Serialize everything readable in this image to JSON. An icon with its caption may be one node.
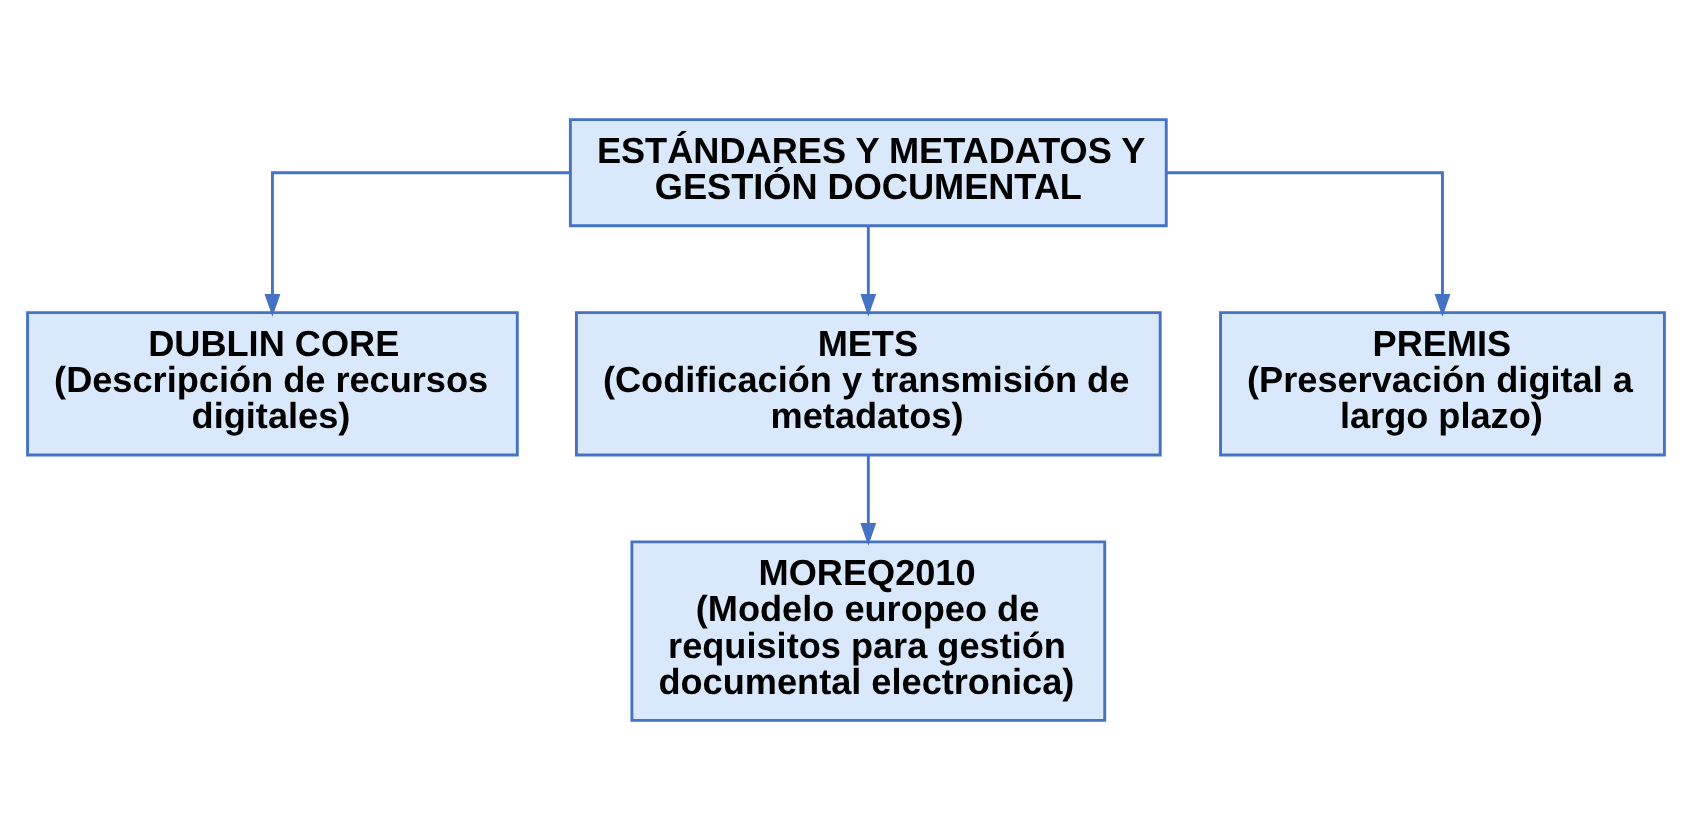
{
  "diagram": {
    "nodes": [
      {
        "text": [
          "ESTÁNDARES Y METADATOS Y GESTIÓN DOCUMENTAL"
        ]
      },
      {
        "text": [
          "DUBLIN CORE",
          "(Descripción de recursos digitales)"
        ]
      },
      {
        "text": [
          "METS",
          "(Codificación y transmisión de metadatos)"
        ]
      },
      {
        "text": [
          "PREMIS",
          "(Preservación digital a largo plazo)"
        ]
      },
      {
        "text": [
          "MOREQ2010",
          "(Modelo europeo de requisitos para gestión documental electronica)"
        ]
      }
    ],
    "edges": [
      {
        "from": 0,
        "to": 1,
        "arrow": "to"
      },
      {
        "from": 0,
        "to": 2,
        "arrow": "to"
      },
      {
        "from": 0,
        "to": 3,
        "arrow": "to"
      },
      {
        "from": 2,
        "to": 4,
        "arrow": "to"
      }
    ]
  }
}
